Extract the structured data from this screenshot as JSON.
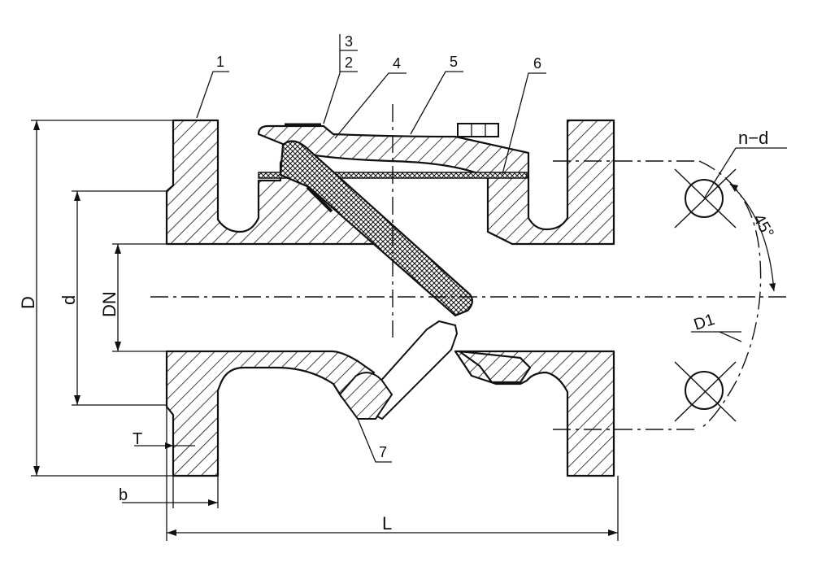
{
  "drawing": {
    "part_labels": [
      "1",
      "2",
      "3",
      "4",
      "5",
      "6",
      "7"
    ],
    "dimensions": {
      "D": "D",
      "d": "d",
      "DN": "DN",
      "T": "T",
      "b": "b",
      "L": "L",
      "D1": "D1",
      "n_d": "n−d",
      "angle": "45°"
    },
    "colors": {
      "line": "#111111",
      "background": "#ffffff"
    }
  }
}
